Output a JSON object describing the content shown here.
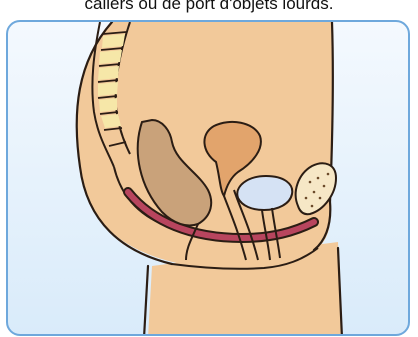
{
  "caption": "caliers ou de port d'objets lourds.",
  "colors": {
    "frame_border": "#6ea8dc",
    "frame_background": "#dcecfa",
    "skin": "#f2c99a",
    "outline": "#2b1d14",
    "pelvic_floor_muscle": "#b8455e",
    "rectum": "#c9a27a",
    "uterus": "#e2a46c",
    "bladder": "#d5e2f4",
    "pubic_bone": "#f6e7c6"
  },
  "icons": {
    "spine": "vertebral-column",
    "uterus": "uterus-organ",
    "bladder": "bladder-organ",
    "pubic_bone": "pubic-bone"
  }
}
